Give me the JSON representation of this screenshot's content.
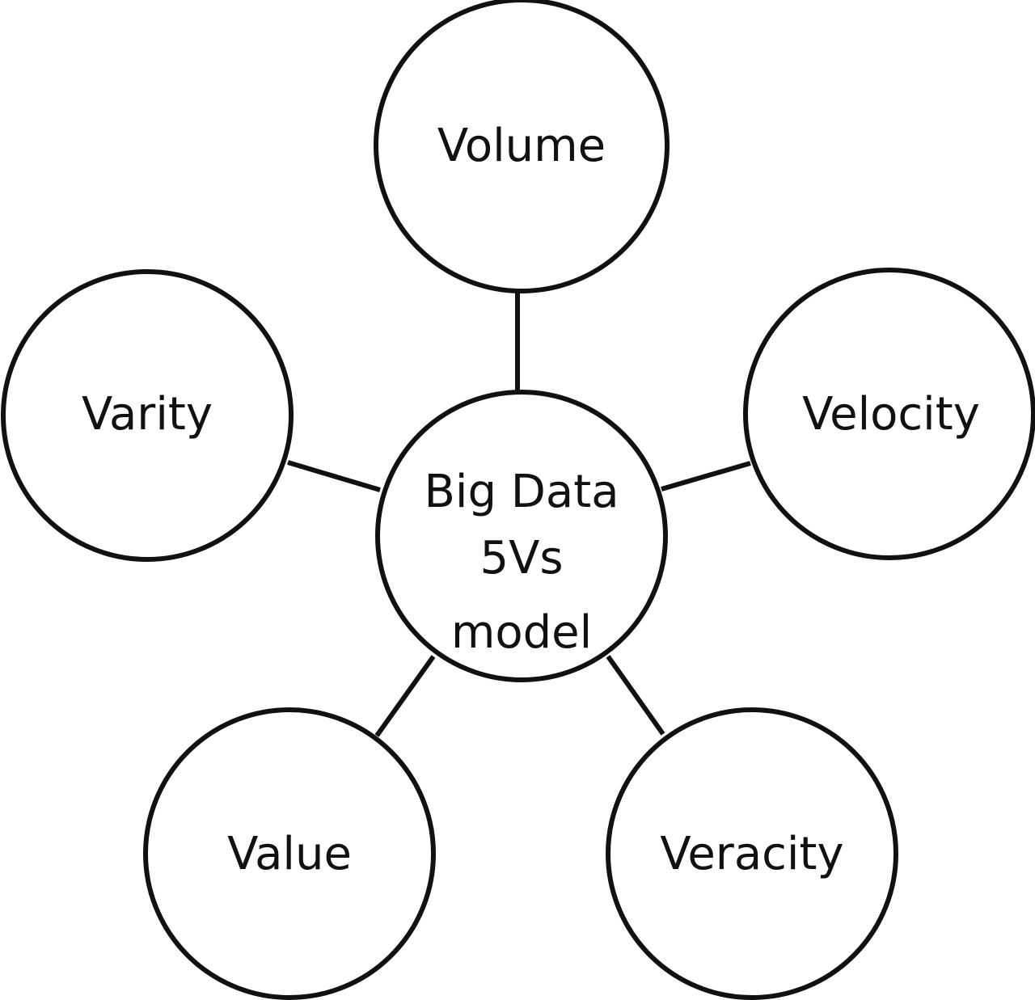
{
  "diagram": {
    "center": {
      "lines": [
        "Big Data",
        "5Vs",
        "model"
      ]
    },
    "nodes": [
      {
        "id": "volume",
        "label": "Volume"
      },
      {
        "id": "velocity",
        "label": "Velocity"
      },
      {
        "id": "veracity",
        "label": "Veracity"
      },
      {
        "id": "value",
        "label": "Value"
      },
      {
        "id": "varity",
        "label": "Varity"
      }
    ],
    "colors": {
      "stroke": "#111111",
      "fill": "#ffffff",
      "text": "#111111"
    }
  }
}
